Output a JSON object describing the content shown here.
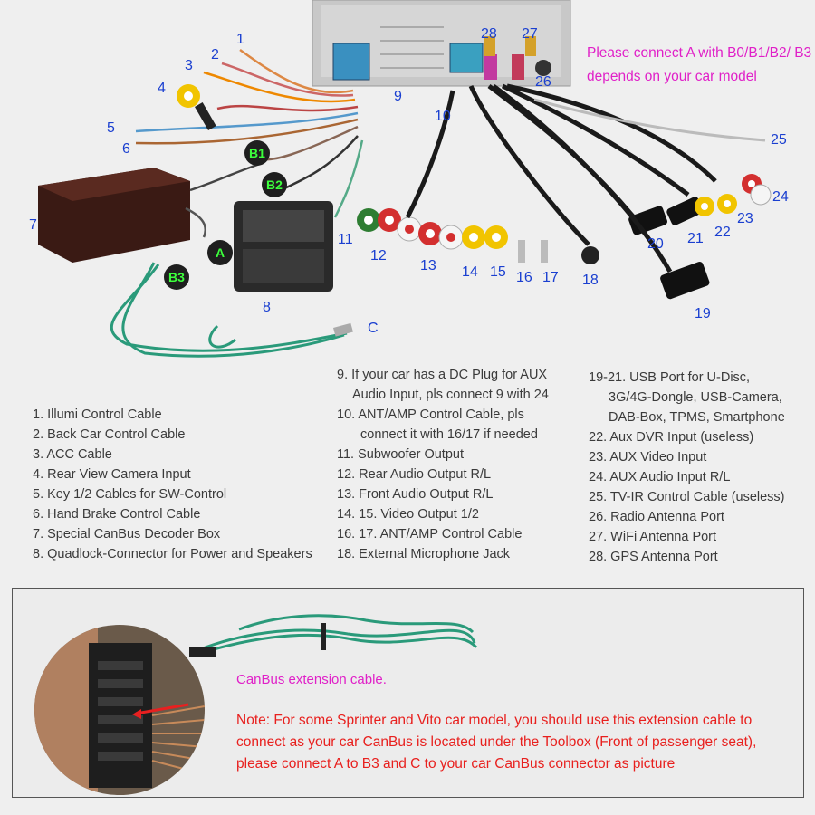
{
  "top_note": "Please connect A with B0/B1/B2/ B3 depends on your car model",
  "callouts": [
    "1",
    "2",
    "3",
    "4",
    "5",
    "6",
    "7",
    "8",
    "9",
    "10",
    "11",
    "12",
    "13",
    "14",
    "15",
    "16",
    "17",
    "18",
    "19",
    "20",
    "21",
    "22",
    "23",
    "24",
    "25",
    "26",
    "27",
    "28",
    "C"
  ],
  "badges": [
    "B1",
    "B2",
    "A",
    "B3"
  ],
  "legend_col1": [
    "1. Illumi Control Cable",
    "2. Back Car Control Cable",
    "3. ACC Cable",
    "4. Rear View Camera Input",
    "5. Key 1/2 Cables for SW-Control",
    "6. Hand Brake Control Cable",
    "7. Special CanBus Decoder Box",
    "8. Quadlock-Connector for Power and Speakers"
  ],
  "legend_col2": [
    "9. If your car has a DC Plug for AUX",
    "Audio Input, pls connect 9 with 24",
    "10. ANT/AMP Control Cable, pls",
    "connect it with 16/17 if needed",
    "11. Subwoofer Output",
    "12. Rear Audio Output R/L",
    "13. Front Audio Output R/L",
    "14. 15. Video Output 1/2",
    "16. 17. ANT/AMP Control Cable",
    "18. External Microphone Jack"
  ],
  "legend_col3": [
    "19-21. USB Port for U-Disc,",
    "3G/4G-Dongle, USB-Camera,",
    "DAB-Box, TPMS, Smartphone",
    "22. Aux DVR Input (useless)",
    "23. AUX Video Input",
    "24. AUX Audio Input R/L",
    "25. TV-IR Control Cable (useless)",
    "26. Radio Antenna Port",
    "27. WiFi Antenna Port",
    "28. GPS Antenna Port"
  ],
  "extension": {
    "title": "CanBus extension cable.",
    "note": "Note: For some Sprinter and Vito car model, you should use this extension cable to connect as your car CanBus is located under the Toolbox (Front of passenger seat), please connect A to B3 and C to your car CanBus connector as picture"
  },
  "colors": {
    "callout": "#1a3fd0",
    "note_magenta": "#e020c8",
    "note_red": "#e8201e",
    "badge_text": "#3cff3c",
    "canbus_wire": "#2a9a7a"
  }
}
